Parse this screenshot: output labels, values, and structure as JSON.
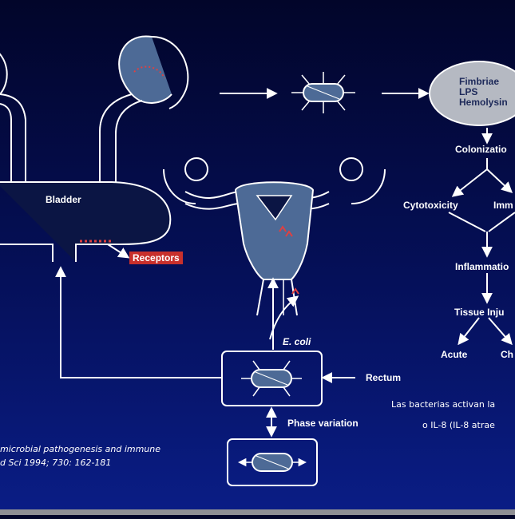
{
  "diagram": {
    "labels": {
      "bladder": "Bladder",
      "receptors": "Receptors",
      "e_coli": "E. coli",
      "rectum": "Rectum",
      "phase_variation": "Phase variation",
      "virulence_line1": "Fimbriae",
      "virulence_line2": "LPS",
      "virulence_line3": "Hemolysin",
      "colonization": "Colonizatio",
      "cytotoxicity": "Cytotoxicity",
      "immune_partial": "Imm",
      "inflammation": "Inflammatio",
      "tissue_injury": "Tissue Inju",
      "acute": "Acute",
      "chronic_partial": "Ch"
    },
    "spanish_text": {
      "line1": "Las bacterias activan la",
      "line2": "o IL-8 (IL-8 atrae"
    },
    "citation": {
      "line1": "microbial pathogenesis and immune",
      "line2": "d Sci 1994; 730: 162-181"
    },
    "colors": {
      "background_top": "#02052a",
      "background_bottom": "#0a1d86",
      "line": "#ffffff",
      "organ_fill": "#4d6a96",
      "receptor_box": "#c8302c",
      "ellipse_fill": "#b5b9c2"
    }
  }
}
